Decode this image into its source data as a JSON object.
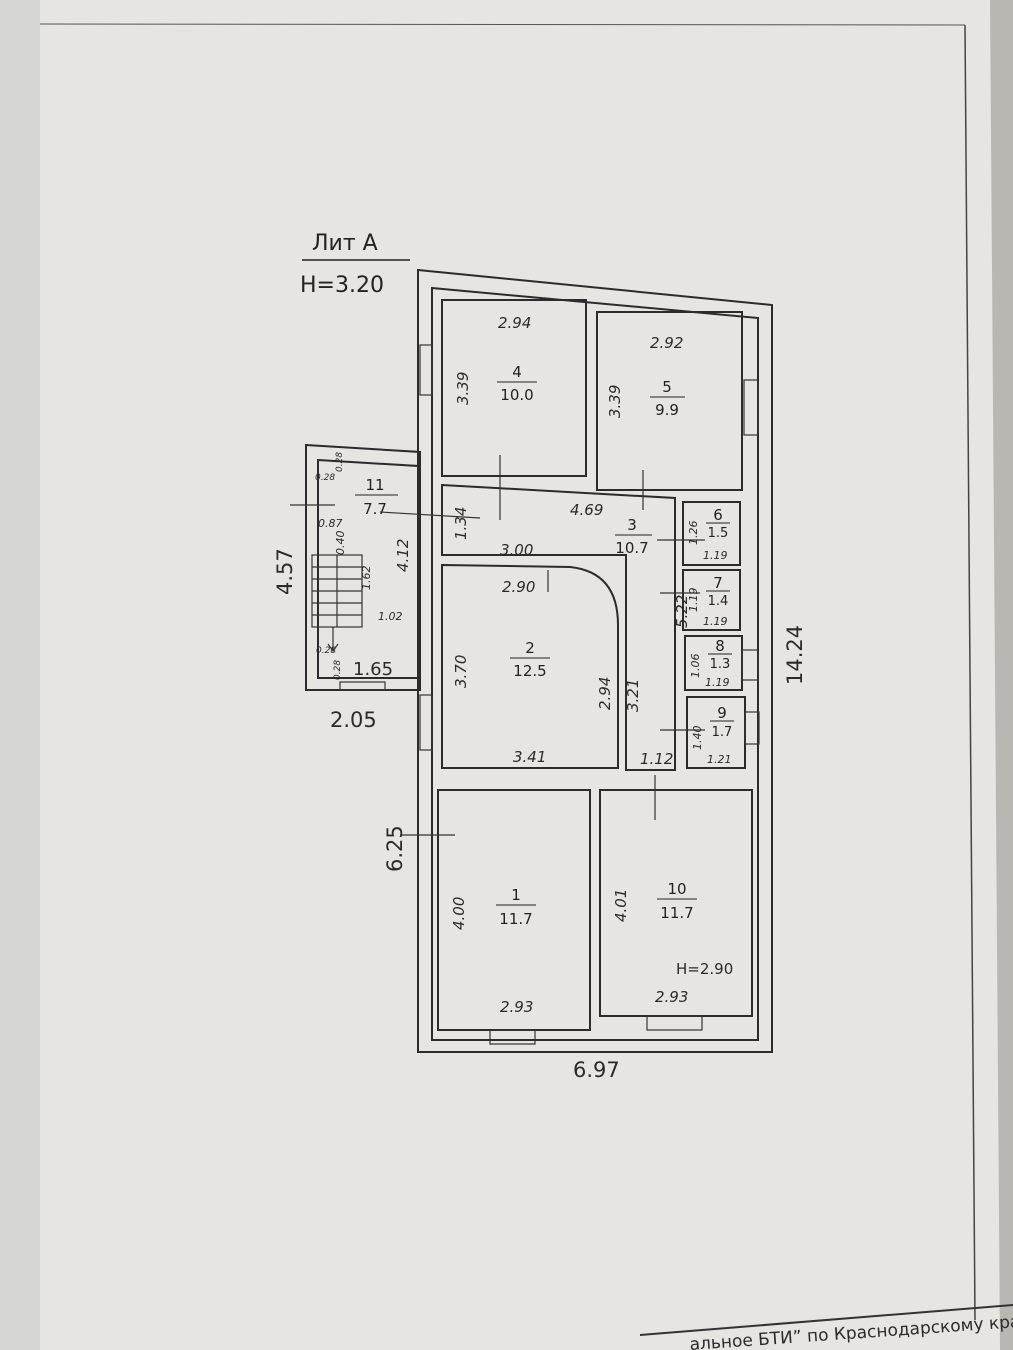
{
  "title": {
    "liter": "Лит А",
    "height": "H=3.20"
  },
  "rooms": [
    {
      "num": "1",
      "area": "11.7"
    },
    {
      "num": "2",
      "area": "12.5"
    },
    {
      "num": "3",
      "area": "10.7"
    },
    {
      "num": "4",
      "area": "10.0"
    },
    {
      "num": "5",
      "area": "9.9"
    },
    {
      "num": "6",
      "area": "1.5"
    },
    {
      "num": "7",
      "area": "1.4"
    },
    {
      "num": "8",
      "area": "1.3"
    },
    {
      "num": "9",
      "area": "1.7"
    },
    {
      "num": "10",
      "area": "11.7"
    },
    {
      "num": "11",
      "area": "7.7"
    }
  ],
  "dims": [
    "2.94",
    "3.39",
    "2.92",
    "3.39",
    "4.69",
    "1.34",
    "3.00",
    "2.90",
    "3.70",
    "2.94",
    "3.21",
    "3.41",
    "5.22",
    "1.12",
    "1.26",
    "1.19",
    "1.19",
    "1.19",
    "1.06",
    "1.19",
    "1.40",
    "1.21",
    "4.00",
    "2.93",
    "4.01",
    "2.93",
    "H=2.90",
    "6.97",
    "14.24",
    "6.25",
    "4.57",
    "2.05",
    "4.12",
    "1.62",
    "1.02",
    "0.87",
    "0.40",
    "0.28",
    "0.28",
    "0.28",
    "0.28",
    "1.65"
  ],
  "footer": "альное БТИ” по Краснодарскому кра"
}
